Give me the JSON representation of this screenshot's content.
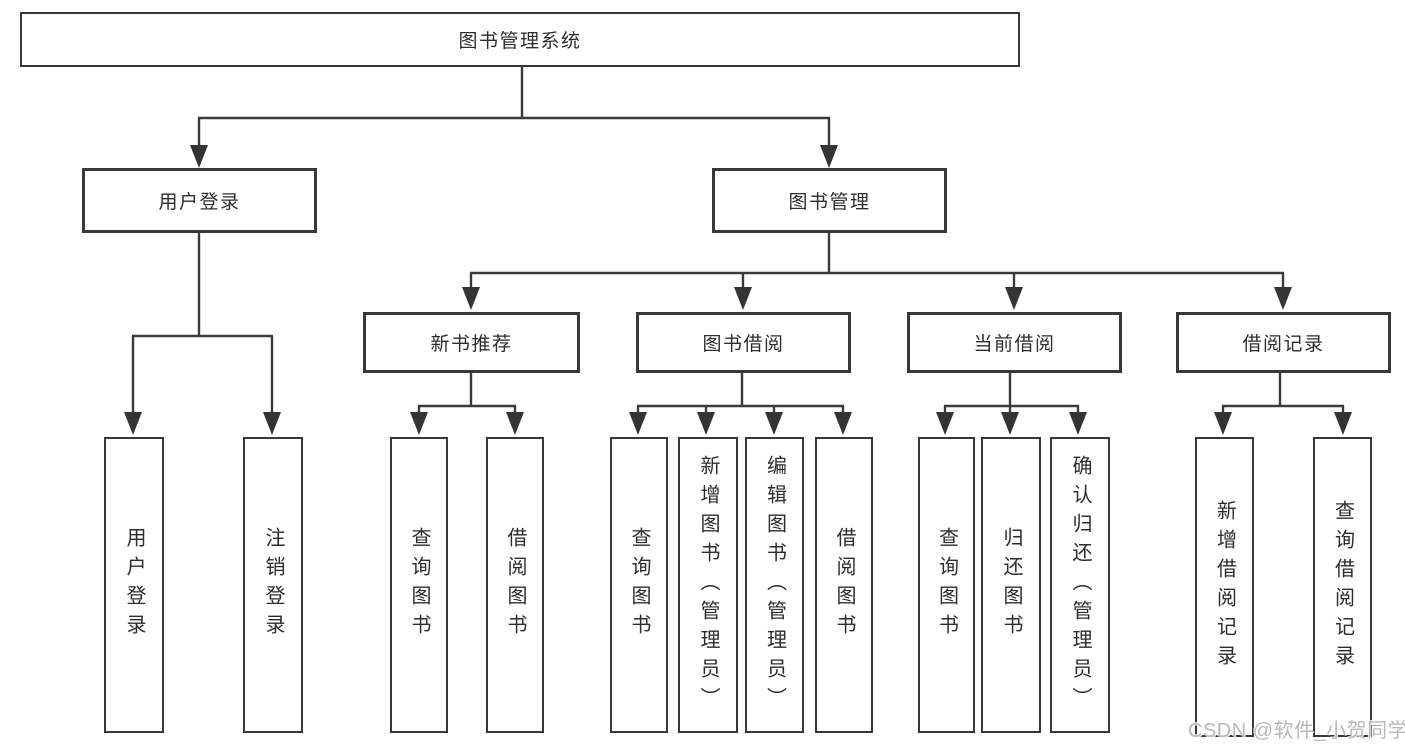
{
  "tree": {
    "root": {
      "label": "图书管理系统",
      "children": [
        {
          "label": "用户登录",
          "children": [
            {
              "label": "用户登录"
            },
            {
              "label": "注销登录"
            }
          ]
        },
        {
          "label": "图书管理",
          "children": [
            {
              "label": "新书推荐",
              "children": [
                {
                  "label": "查询图书"
                },
                {
                  "label": "借阅图书"
                }
              ]
            },
            {
              "label": "图书借阅",
              "children": [
                {
                  "label": "查询图书"
                },
                {
                  "label": "新增图书（管理员）"
                },
                {
                  "label": "编辑图书（管理员）"
                },
                {
                  "label": "借阅图书"
                }
              ]
            },
            {
              "label": "当前借阅",
              "children": [
                {
                  "label": "查询图书"
                },
                {
                  "label": "归还图书"
                },
                {
                  "label": "确认归还（管理员）"
                }
              ]
            },
            {
              "label": "借阅记录",
              "children": [
                {
                  "label": "新增借阅记录"
                },
                {
                  "label": "查询借阅记录"
                }
              ]
            }
          ]
        }
      ]
    }
  },
  "watermark": {
    "text": "CSDN @软件_小贺同学"
  },
  "colors": {
    "line": "#3a3a3a",
    "box_border": "#383838",
    "box_text": "#2d2d2d",
    "watermark": "#b9b9b9",
    "background": "#ffffff"
  }
}
